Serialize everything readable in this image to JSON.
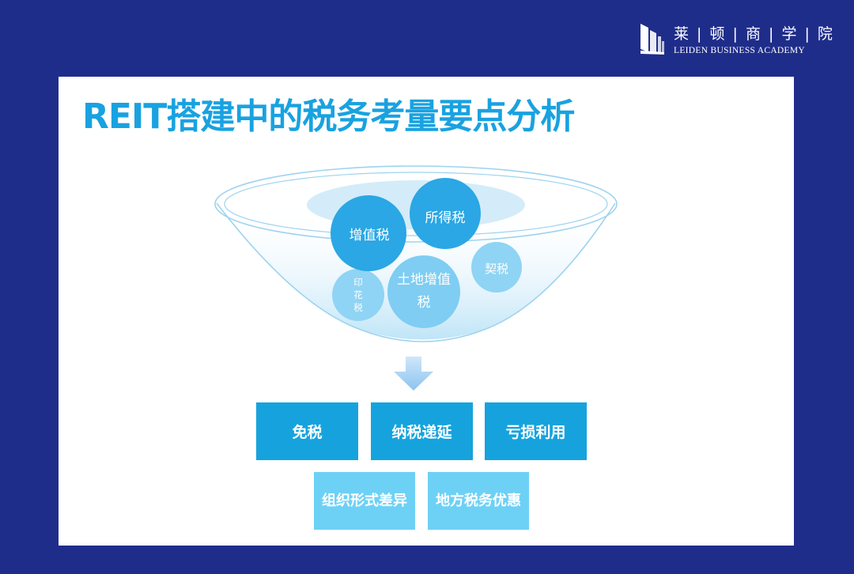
{
  "brand": {
    "name_cn": "莱 | 顿 | 商 | 学 | 院",
    "name_en": "LEIDEN BUSINESS ACADEMY"
  },
  "slide": {
    "title": "REIT搭建中的税务考量要点分析"
  },
  "funnel": {
    "taxes": [
      {
        "label": "增值税"
      },
      {
        "label": "所得税"
      },
      {
        "label": "土地增值税"
      },
      {
        "label": "契税"
      },
      {
        "label": "印花税"
      }
    ]
  },
  "strategies": {
    "row1": [
      "免税",
      "纳税递延",
      "亏损利用"
    ],
    "row2": [
      "组织形式差异",
      "地方税务优惠"
    ]
  },
  "colors": {
    "background": "#1f2d8a",
    "title": "#19a2e0",
    "box_primary": "#16a3dd",
    "box_secondary": "#6dd1f5",
    "circle_dark": "#2aa7e4",
    "circle_light": "#7fcdf2"
  }
}
